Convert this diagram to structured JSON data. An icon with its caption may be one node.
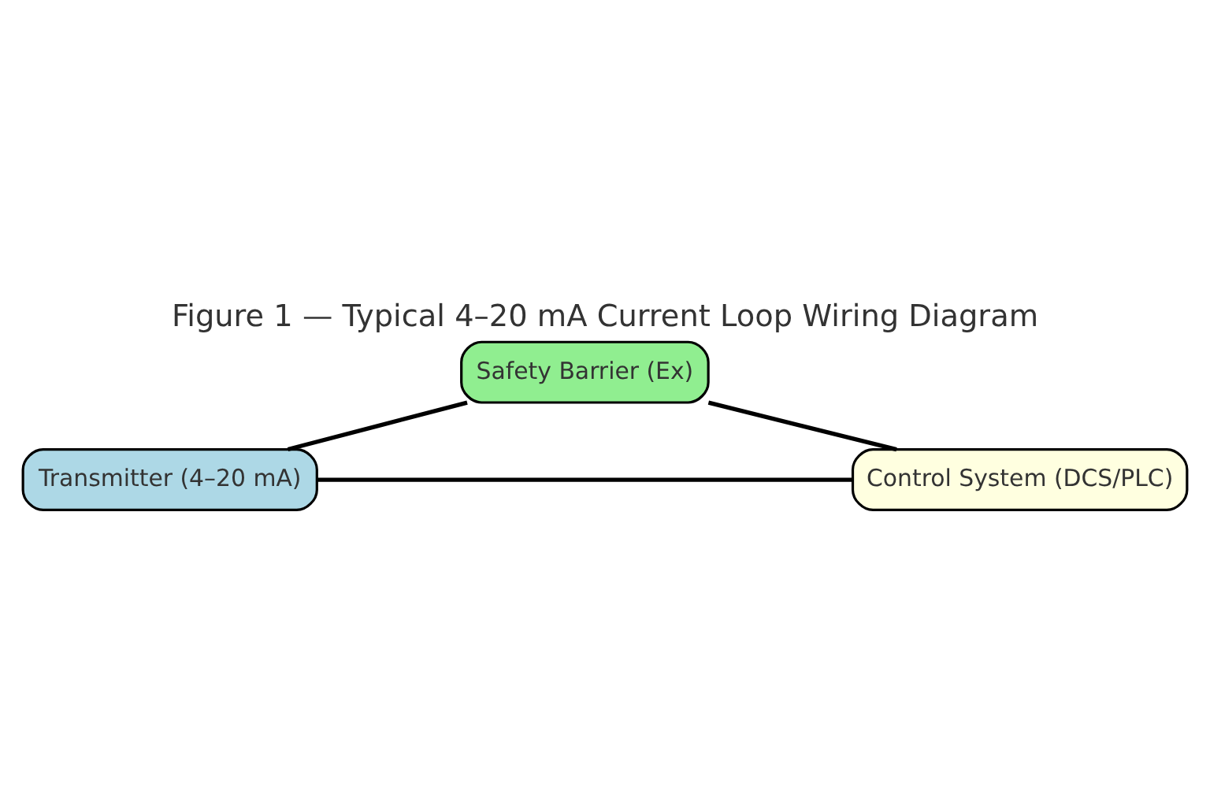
{
  "diagram": {
    "title": "Figure 1 — Typical 4–20 mA Current Loop Wiring Diagram",
    "nodes": [
      {
        "text": [
          "Transmitter (4–20 mA)"
        ]
      },
      {
        "text": [
          "Safety Barrier (Ex)"
        ]
      },
      {
        "text": [
          "Control System (DCS/PLC)"
        ]
      }
    ],
    "edges": [
      {
        "from": 0,
        "to": 1,
        "arrow": "none"
      },
      {
        "from": 1,
        "to": 2,
        "arrow": "none"
      },
      {
        "from": 2,
        "to": 0,
        "arrow": "none"
      }
    ]
  }
}
